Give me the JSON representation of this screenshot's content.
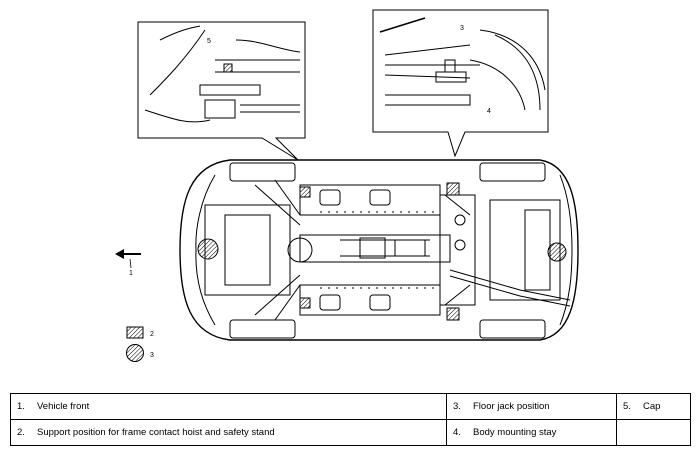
{
  "callouts": {
    "one": "1",
    "two": "2",
    "three": "3",
    "four": "4",
    "five": "5",
    "three_inset": "3"
  },
  "legend": [
    [
      {
        "num": "1.",
        "text": "Vehicle front"
      },
      {
        "num": "3.",
        "text": "Floor jack position"
      },
      {
        "num": "5.",
        "text": "Cap"
      }
    ],
    [
      {
        "num": "2.",
        "text": "Support position for frame contact hoist and safety stand"
      },
      {
        "num": "4.",
        "text": "Body mounting stay"
      },
      {
        "num": "",
        "text": ""
      }
    ]
  ]
}
